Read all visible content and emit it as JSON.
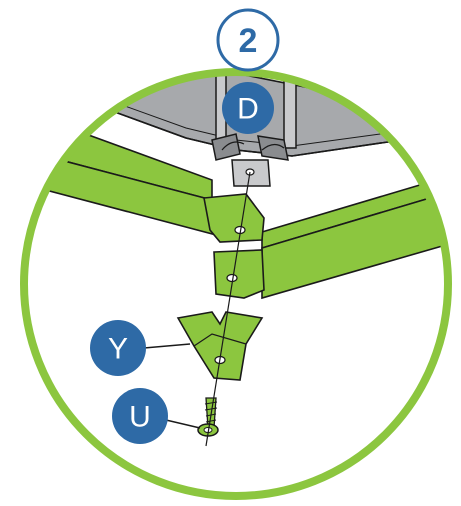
{
  "step": {
    "number": "2"
  },
  "callouts": {
    "d": "D",
    "y": "Y",
    "u": "U"
  },
  "colors": {
    "circle_border": "#8cc63f",
    "bracket_fill": "#8cc63f",
    "panel_fill": "#a7a9ac",
    "callout_fill": "#2e6aa6",
    "callout_text": "#ffffff",
    "step_text": "#2e6aa6",
    "step_border": "#2e6aa6",
    "outline": "#1a1a1a"
  }
}
